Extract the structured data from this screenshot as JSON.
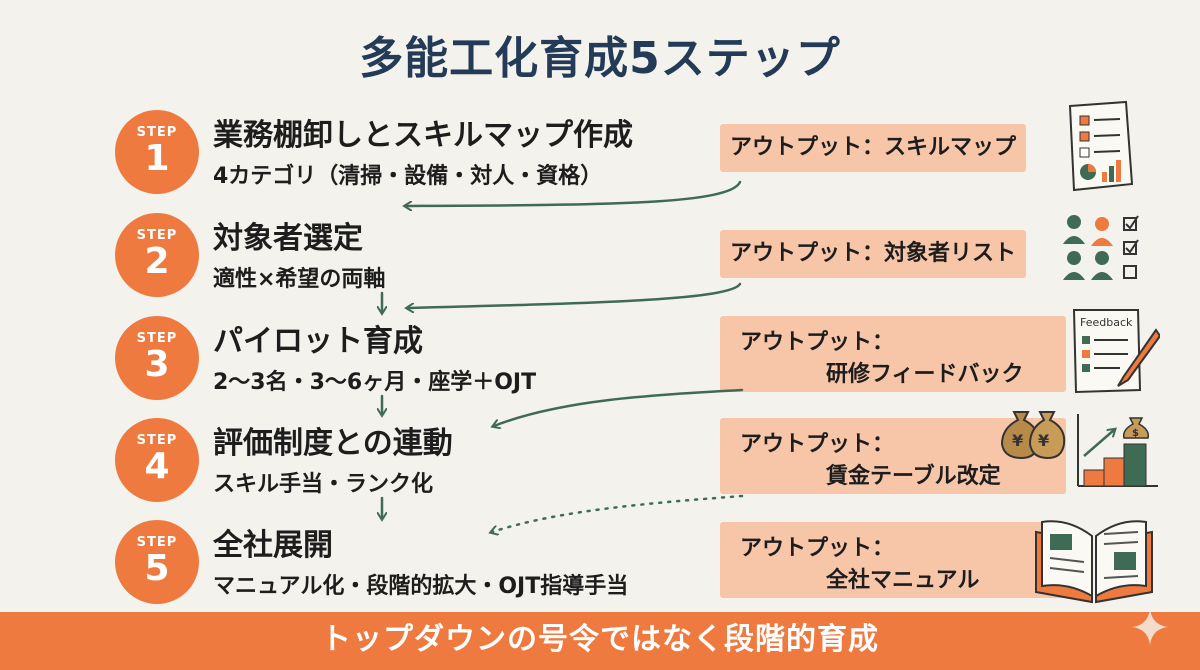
{
  "title": "多能工化育成5ステップ",
  "steps": [
    {
      "label": "STEP",
      "number": "1",
      "title": "業務棚卸しとスキルマップ作成",
      "sub": "4カテゴリ（清掃・設備・対人・資格）",
      "output": {
        "line1": "アウトプット：スキルマップ"
      }
    },
    {
      "label": "STEP",
      "number": "2",
      "title": "対象者選定",
      "sub": "適性×希望の両軸",
      "output": {
        "line1": "アウトプット：対象者リスト"
      }
    },
    {
      "label": "STEP",
      "number": "3",
      "title": "パイロット育成",
      "sub": "2〜3名・3〜6ヶ月・座学＋OJT",
      "output": {
        "line1": "アウトプット：",
        "line2": "研修フィードバック"
      }
    },
    {
      "label": "STEP",
      "number": "4",
      "title": "評価制度との連動",
      "sub": "スキル手当・ランク化",
      "output": {
        "line1": "アウトプット：",
        "line2": "賃金テーブル改定"
      }
    },
    {
      "label": "STEP",
      "number": "5",
      "title": "全社展開",
      "sub": "マニュアル化・段階的拡大・OJT指導手当",
      "output": {
        "line1": "アウトプット：",
        "line2": "全社マニュアル"
      }
    }
  ],
  "icons": {
    "feedback_text": "Feedback",
    "yen_symbol": "¥",
    "money_symbol": "$"
  },
  "footer": "トップダウンの号令ではなく段階的育成",
  "colors": {
    "accent": "#ee7a3f",
    "output_bg": "#f7c5a8",
    "title": "#233b57",
    "arrow": "#3f6b55",
    "background": "#f4f2ec"
  }
}
